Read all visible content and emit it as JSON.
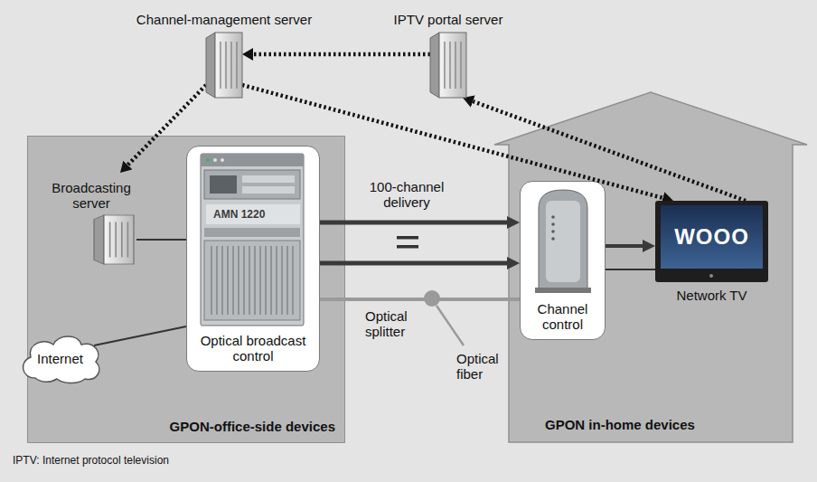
{
  "diagram": {
    "nodes": [
      {
        "text": [
          "Channel-management server"
        ]
      },
      {
        "text": [
          "IPTV portal server"
        ]
      },
      {
        "text": [
          "GPON-office-side devices"
        ]
      },
      {
        "text": [
          "Broadcasting server"
        ],
        "in": 2
      },
      {
        "text": [
          "Optical broadcast control"
        ],
        "in": 2
      },
      {
        "text": [
          "Internet"
        ],
        "in": 2
      },
      {
        "text": [
          "GPON in-home devices"
        ]
      },
      {
        "text": [
          "Channel control"
        ],
        "in": 6
      },
      {
        "text": [
          "WOOO",
          "Network TV"
        ],
        "in": 6
      }
    ],
    "edges": [
      {
        "from": 1,
        "to": 0,
        "arrow": "to"
      },
      {
        "from": 0,
        "to": 3,
        "arrow": "to"
      },
      {
        "from": 0,
        "to": 8,
        "arrow": "to"
      },
      {
        "from": 8,
        "to": 1,
        "arrow": "to"
      },
      {
        "from": 3,
        "to": 4,
        "arrow": "none"
      },
      {
        "from": 5,
        "to": 4,
        "arrow": "none"
      },
      {
        "from": 4,
        "to": 7,
        "arrow": "to"
      },
      {
        "from": 4,
        "to": 7,
        "arrow": "to"
      },
      {
        "from": 4,
        "to": 7,
        "arrow": "none"
      },
      {
        "from": 7,
        "to": 8,
        "arrow": "to"
      },
      {
        "from": 7,
        "to": 8,
        "arrow": "none"
      }
    ],
    "labels": [
      "100-channel delivery",
      "Optical splitter",
      "Optical fiber",
      "AMN 1220",
      "IPTV: Internet protocol television"
    ]
  }
}
